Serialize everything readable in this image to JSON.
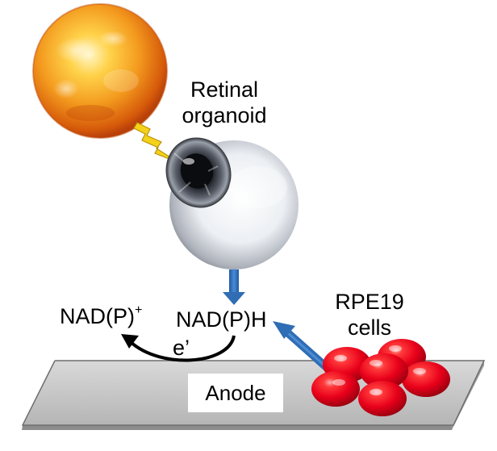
{
  "labels": {
    "retinal_line1": "Retinal",
    "retinal_line2": "organoid",
    "rpe_line1": "RPE19",
    "rpe_line2": "cells",
    "nadp_main": "NAD(P)",
    "nadp_sup": "+",
    "nadph": "NAD(P)H",
    "electron": "e’",
    "anode": "Anode"
  },
  "colors": {
    "sun": "#f08a1c",
    "bolt": "#f5d21a",
    "arrow": "#2f6db5",
    "cells": "#e8001a",
    "anode_plate": "#c8c8c8",
    "eye_iris": "#3a3d44"
  },
  "icons": {
    "sun": "sun-icon",
    "bolt": "lightning-bolt-icon",
    "eye": "eyeball-icon",
    "cells": "cell-cluster-icon"
  }
}
